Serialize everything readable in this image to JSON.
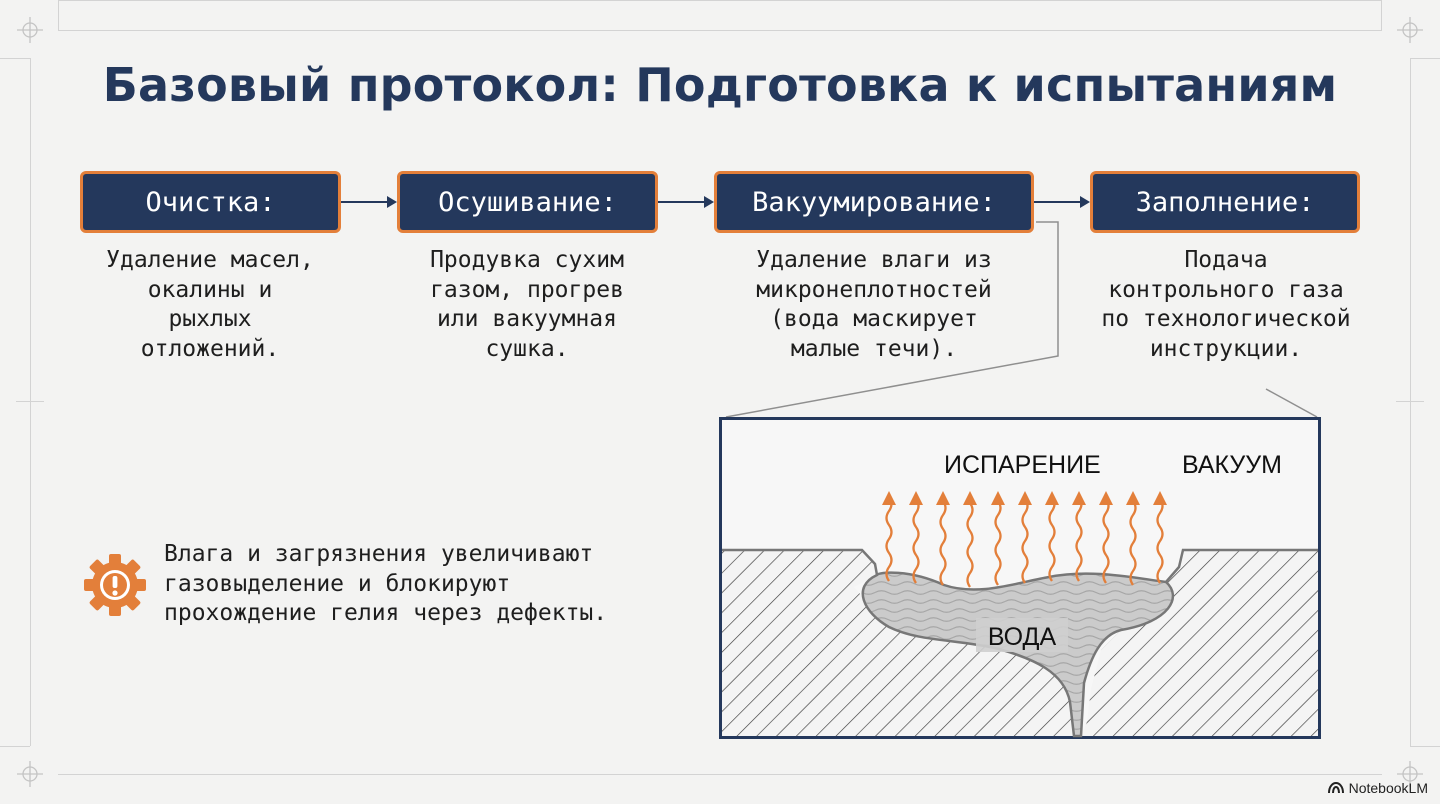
{
  "title": "Базовый протокол: Подготовка к испытаниям",
  "steps": [
    {
      "label": "Очистка:",
      "description": "Удаление масел,\nокалины и\nрыхлых\nотложений."
    },
    {
      "label": "Осушивание:",
      "description": "Продувка сухим\nгазом, прогрев\nили вакуумная\nсушка."
    },
    {
      "label": "Вакуумирование:",
      "description": "Удаление влаги из\nмикронеплотностей\n(вода маскирует\nмалые течи)."
    },
    {
      "label": "Заполнение:",
      "description": "Подача\nконтрольного газа\nпо технологической\nинструкции."
    }
  ],
  "warning": {
    "icon": "warning-gear-icon",
    "text": "Влага и загрязнения увеличивают\nгазовыделение и блокируют\nпрохождение гелия через дефекты."
  },
  "detail": {
    "label_evaporation": "ИСПАРЕНИЕ",
    "label_vacuum": "ВАКУУМ",
    "label_water": "ВОДА"
  },
  "footer": {
    "brand": "NotebookLM"
  },
  "colors": {
    "navy": "#24385c",
    "orange": "#e37f3a",
    "background": "#f3f3f2"
  }
}
